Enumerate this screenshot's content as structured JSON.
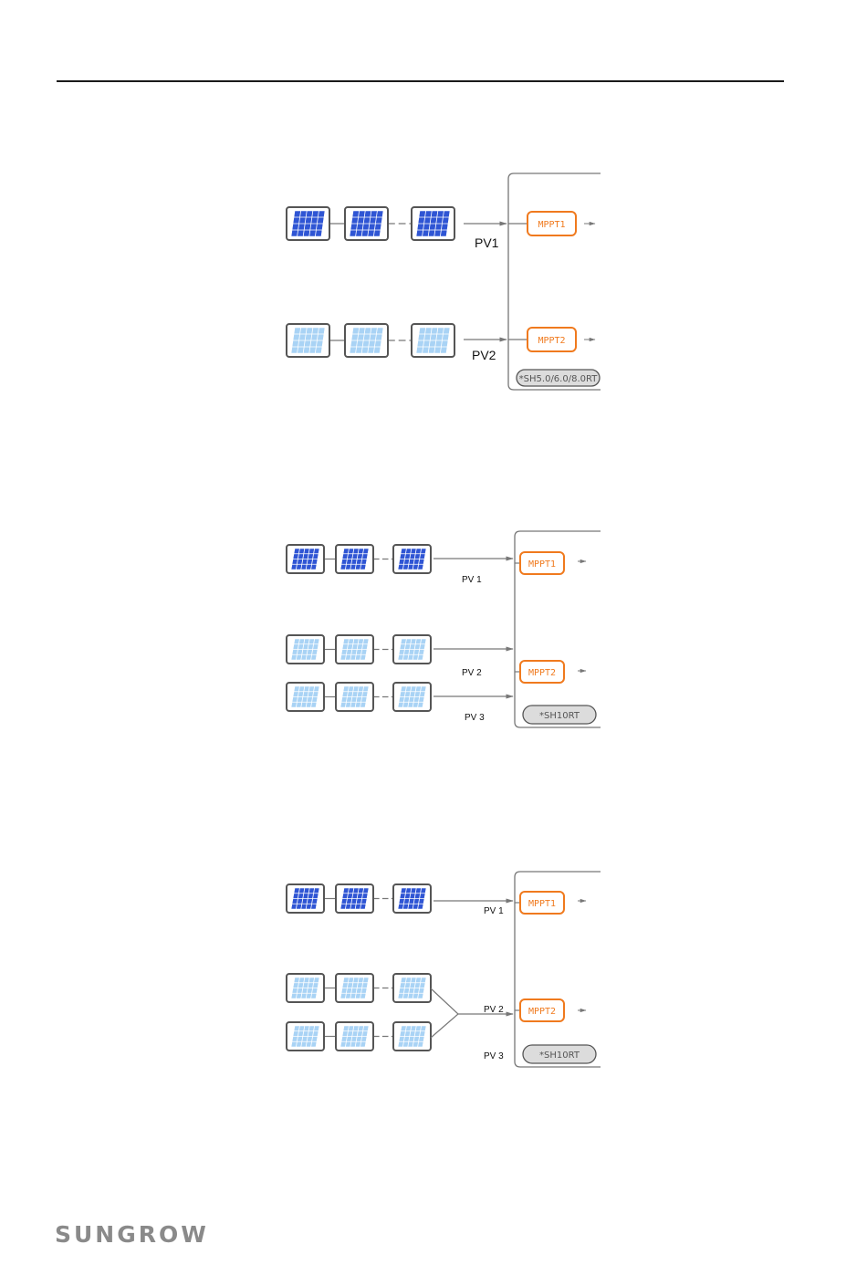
{
  "brand": {
    "logo_text": "SUNGROW"
  },
  "colors": {
    "mppt_orange": "#f07a1e",
    "panel_dark_blue": "#2f55d4",
    "panel_light_blue": "#a9d3f5",
    "frame_gray": "#666666"
  },
  "diagrams": [
    {
      "id": "diagram-1",
      "strings": [
        {
          "label": "PV1",
          "panel": "dark"
        },
        {
          "label": "PV2",
          "panel": "light"
        }
      ],
      "mppts": [
        "MPPT1",
        "MPPT2"
      ],
      "model_label": "*SH5.0/6.0/8.0RT"
    },
    {
      "id": "diagram-2",
      "strings": [
        {
          "label": "PV 1",
          "panel": "dark"
        },
        {
          "label": "PV 2",
          "panel": "light"
        },
        {
          "label": "PV 3",
          "panel": "light"
        }
      ],
      "mppts": [
        "MPPT1",
        "MPPT2"
      ],
      "model_label": "*SH10RT"
    },
    {
      "id": "diagram-3",
      "strings": [
        {
          "label": "PV 1",
          "panel": "dark"
        },
        {
          "label": "PV 2",
          "panel": "light"
        },
        {
          "label": "PV 3",
          "panel": "light"
        }
      ],
      "mppts": [
        "MPPT1",
        "MPPT2"
      ],
      "model_label": "*SH10RT"
    }
  ]
}
